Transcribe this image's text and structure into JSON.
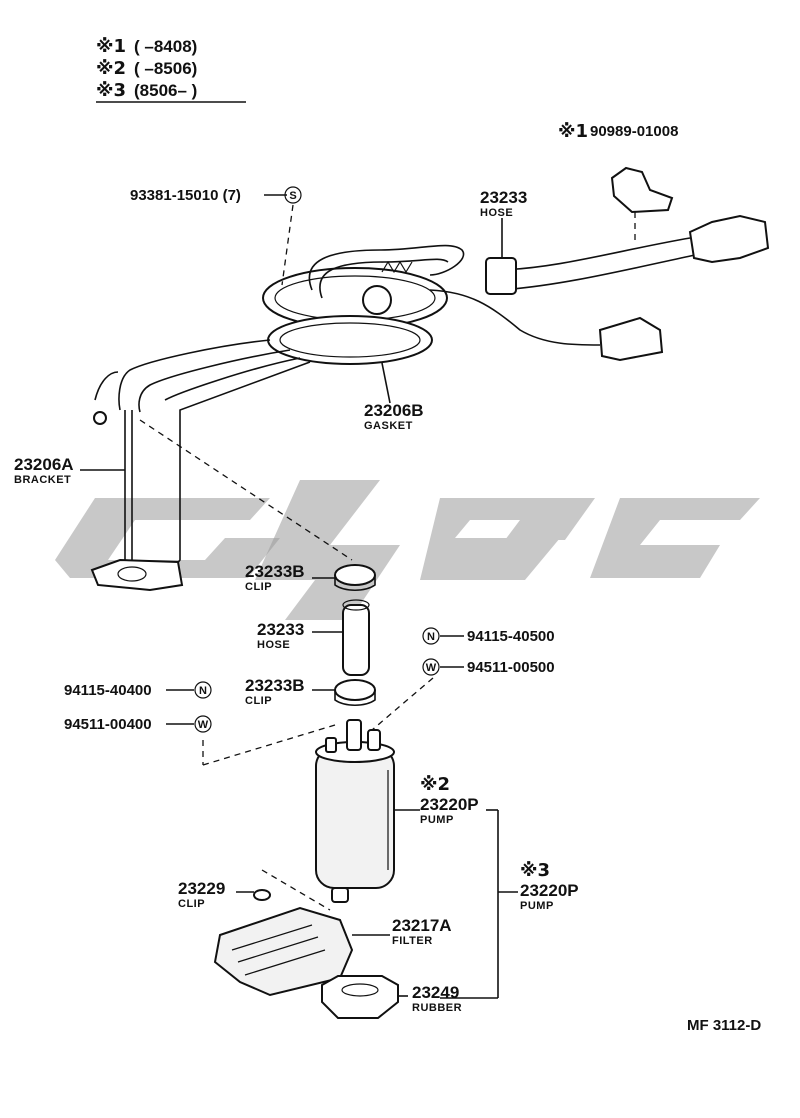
{
  "legend": [
    {
      "mark": "※1",
      "range": "(      –8408)"
    },
    {
      "mark": "※2",
      "range": "(      –8506)"
    },
    {
      "mark": "※3",
      "range": "(8506–      )"
    }
  ],
  "callouts": {
    "bolt": {
      "number": "93381-15010 (7)",
      "symbol": "S"
    },
    "clamp": {
      "mark": "※1",
      "number": "90989-01008"
    },
    "hose_top": {
      "number": "23233",
      "name": "HOSE"
    },
    "gasket": {
      "number": "23206B",
      "name": "GASKET"
    },
    "bracket": {
      "number": "23206A",
      "name": "BRACKET"
    },
    "clip_upper": {
      "number": "23233B",
      "name": "CLIP"
    },
    "hose_mid": {
      "number": "23233",
      "name": "HOSE"
    },
    "clip_lower": {
      "number": "23233B",
      "name": "CLIP"
    },
    "nut_right": {
      "symbol": "N",
      "number": "94115-40500"
    },
    "washer_right": {
      "symbol": "W",
      "number": "94511-00500"
    },
    "nut_left": {
      "number": "94115-40400",
      "symbol": "N"
    },
    "washer_left": {
      "number": "94511-00400",
      "symbol": "W"
    },
    "pump_2": {
      "mark": "※2",
      "number": "23220P",
      "name": "PUMP"
    },
    "pump_3": {
      "mark": "※3",
      "number": "23220P",
      "name": "PUMP"
    },
    "clip_small": {
      "number": "23229",
      "name": "CLIP"
    },
    "filter": {
      "number": "23217A",
      "name": "FILTER"
    },
    "rubber": {
      "number": "23249",
      "name": "RUBBER"
    }
  },
  "figure_ref": "MF  3112-D",
  "colors": {
    "ink": "#111111",
    "watermark": "#9a9a9a",
    "paper": "#ffffff"
  }
}
